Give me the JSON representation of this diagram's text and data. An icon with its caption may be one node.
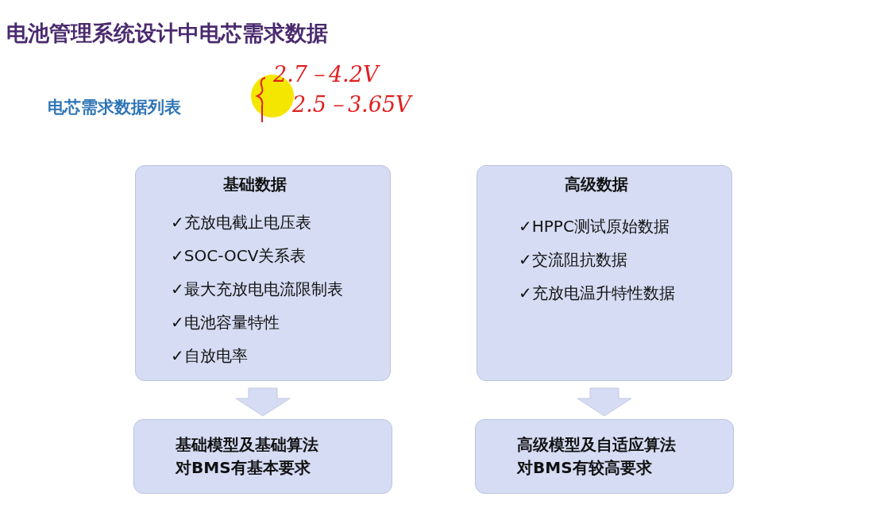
{
  "diagram": {
    "title": "电池管理系统设计中电芯需求数据",
    "nodes": [
      {
        "text": [
          "基础数据",
          "✓充放电截止电压表",
          "✓SOC-OCV关系表",
          "✓最大充放电电流限制表",
          "✓电池容量特性",
          "✓自放电率"
        ]
      },
      {
        "text": [
          "高级数据",
          "✓HPPC测试原始数据",
          "✓交流阻抗数据",
          "✓充放电温升特性数据"
        ]
      },
      {
        "text": [
          "基础模型及基础算法",
          "对BMS有基本要求"
        ]
      },
      {
        "text": [
          "高级模型及自适应算法",
          "对BMS有较高要求"
        ]
      }
    ],
    "edges": [
      {
        "from": 0,
        "to": 2,
        "arrow": "to"
      },
      {
        "from": 1,
        "to": 3,
        "arrow": "to"
      }
    ],
    "labels": [
      "电芯需求数据列表",
      "2.7－4.2V",
      "2.5－3.65V"
    ]
  }
}
